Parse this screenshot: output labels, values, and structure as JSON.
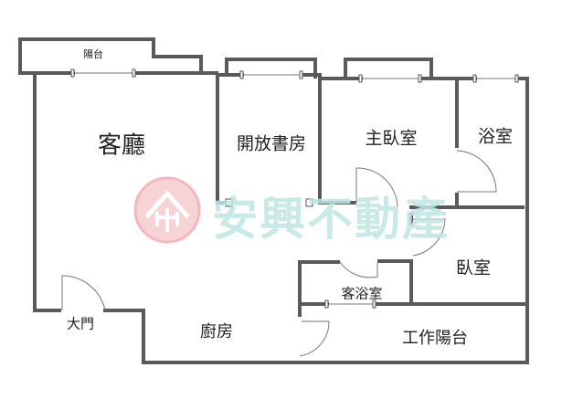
{
  "rooms": {
    "balcony": "陽台",
    "living_room": "客廳",
    "open_study": "開放書房",
    "master_bedroom": "主臥室",
    "bathroom": "浴室",
    "bedroom": "臥室",
    "guest_bathroom": "客浴室",
    "main_door": "大門",
    "kitchen": "廚房",
    "service_balcony": "工作陽台"
  },
  "watermark": {
    "text": "安興不動產",
    "logo_color": "#f2b8bd",
    "text_color": "#bfe6e2"
  },
  "colors": {
    "wall": "#5a5a5a",
    "door": "#777777"
  }
}
